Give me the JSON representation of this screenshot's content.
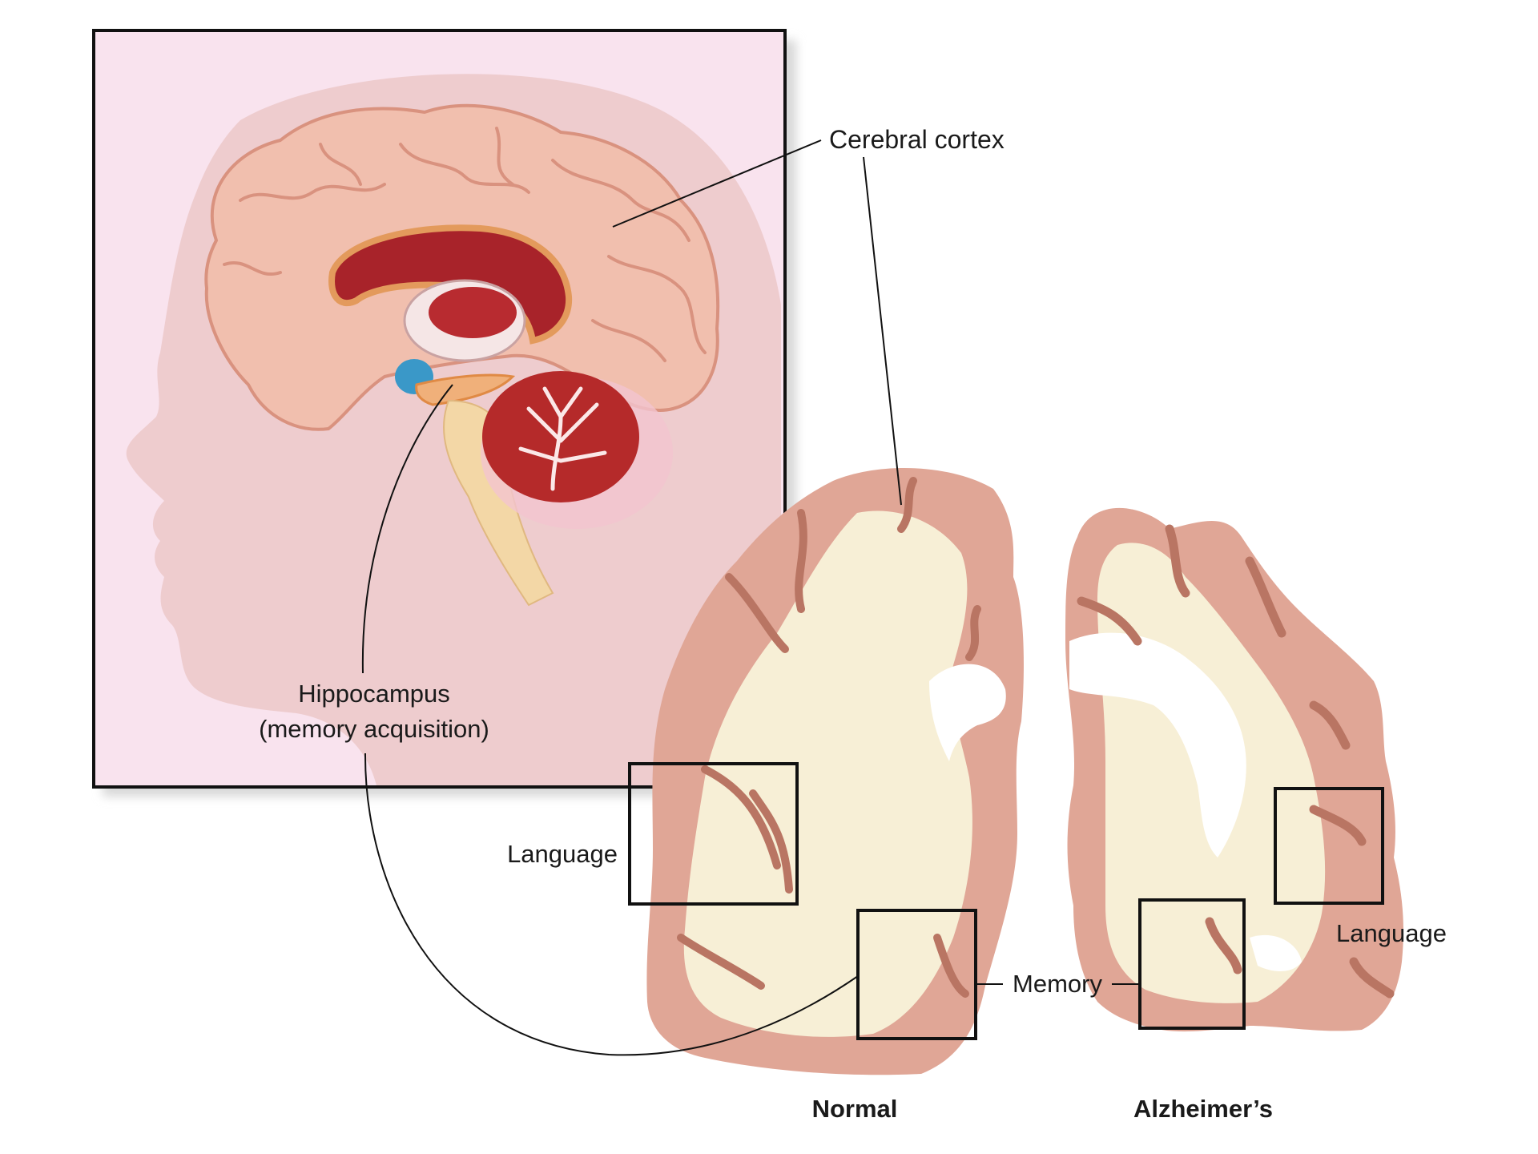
{
  "labels": {
    "cerebral_cortex": "Cerebral cortex",
    "hippocampus_line1": "Hippocampus",
    "hippocampus_line2": "(memory acquisition)",
    "language_left": "Language",
    "language_right": "Language",
    "memory": "Memory",
    "normal": "Normal",
    "alzheimers": "Alzheimer’s"
  },
  "colors": {
    "inset_background": "#f9e3ee",
    "head_silhouette": "#ecc8c8",
    "cortex_pink": "#e0a696",
    "white_matter": "#f7efd6",
    "sulcus_dark": "#b97563",
    "ventricle_red": "#a8232a",
    "cerebellum_red": "#b52a2a",
    "ventricle_blue": "#3a98c8",
    "brainstem": "#f3d7a6"
  }
}
